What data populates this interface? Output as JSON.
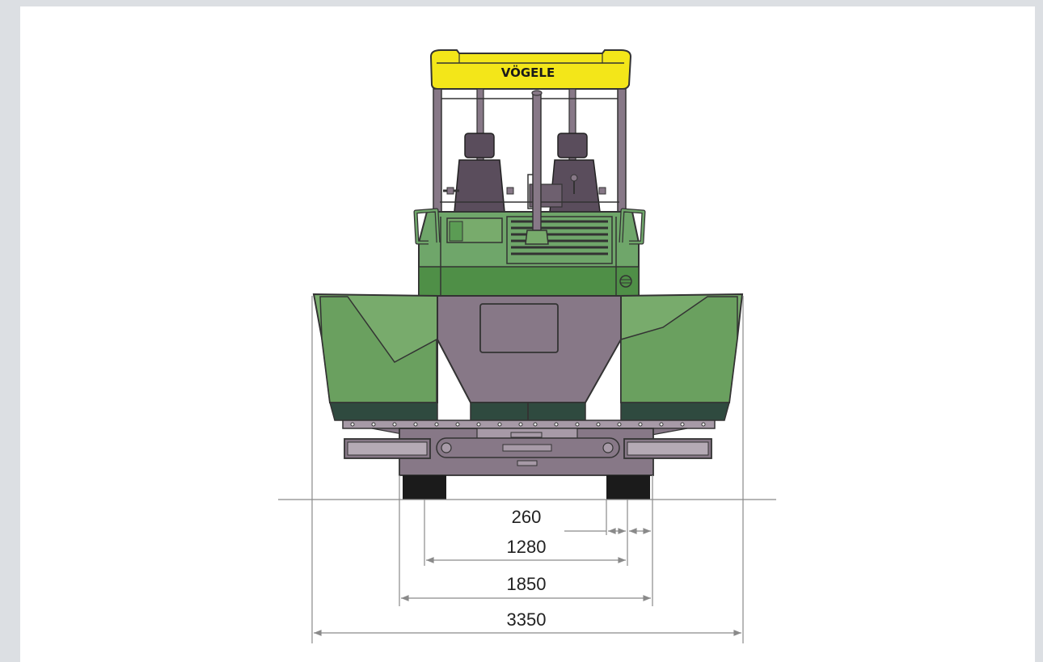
{
  "brand": "VÖGELE",
  "dimensions": [
    {
      "key": "dim-260",
      "label": "260"
    },
    {
      "key": "dim-1280",
      "label": "1280"
    },
    {
      "key": "dim-1850",
      "label": "1850"
    },
    {
      "key": "dim-3350",
      "label": "3350"
    }
  ],
  "colors": {
    "body_green": "#6fa66a",
    "dark_green": "#4f8f47",
    "hopper_green": "#78ab6c",
    "frame_purple": "#877887",
    "canopy_yellow": "#f3e619",
    "tire_black": "#1b1b1b",
    "dim_line": "#8a8a8a"
  }
}
